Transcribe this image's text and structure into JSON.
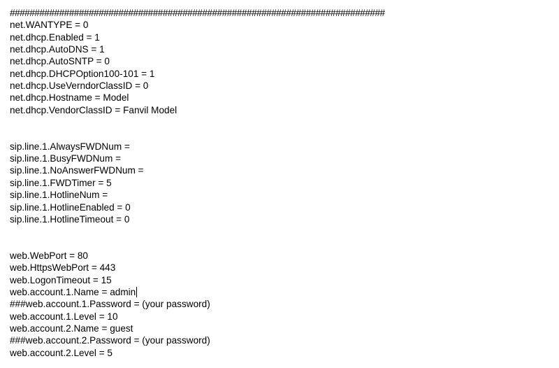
{
  "lines": [
    "############################################################################",
    "net.WANTYPE = 0",
    "net.dhcp.Enabled = 1",
    "net.dhcp.AutoDNS = 1",
    "net.dhcp.AutoSNTP = 0",
    "net.dhcp.DHCPOption100-101 = 1",
    "net.dhcp.UseVerndorClassID = 0",
    "net.dhcp.Hostname = Model",
    "net.dhcp.VendorClassID = Fanvil Model",
    "",
    "",
    "sip.line.1.AlwaysFWDNum =",
    "sip.line.1.BusyFWDNum =",
    "sip.line.1.NoAnswerFWDNum =",
    "sip.line.1.FWDTimer = 5",
    "sip.line.1.HotlineNum =",
    "sip.line.1.HotlineEnabled = 0",
    "sip.line.1.HotlineTimeout = 0",
    "",
    "",
    "web.WebPort = 80",
    "web.HttpsWebPort = 443",
    "web.LogonTimeout = 15",
    "web.account.1.Name = admin",
    "###web.account.1.Password = (your password)",
    "web.account.1.Level = 10",
    "web.account.2.Name = guest",
    "###web.account.2.Password = (your password)",
    "web.account.2.Level = 5"
  ]
}
